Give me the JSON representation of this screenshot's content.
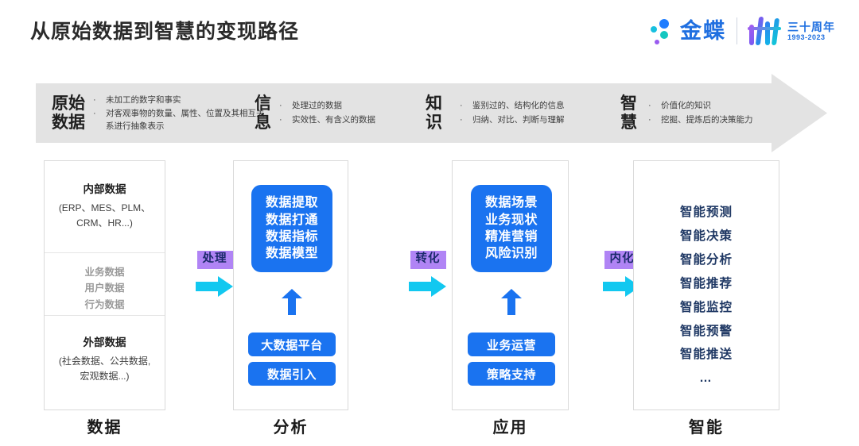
{
  "header": {
    "title": "从原始数据到智慧的变现路径",
    "logo": {
      "word": "金蝶",
      "anniversary_main": "三十周年",
      "anniversary_years": "1993-2023"
    }
  },
  "banner": {
    "items": [
      {
        "term": "原始\n数据",
        "points": [
          "未加工的数字和事实",
          "对客观事物的数量、属性、位置及其相互关系进行抽象表示"
        ]
      },
      {
        "term": "信\n息",
        "points": [
          "处理过的数据",
          "实效性、有含义的数据"
        ]
      },
      {
        "term": "知\n识",
        "points": [
          "鉴别过的、结构化的信息",
          "归纳、对比、判断与理解"
        ]
      },
      {
        "term": "智\n慧",
        "points": [
          "价值化的知识",
          "挖掘、提炼后的决策能力"
        ]
      }
    ],
    "bullet": "·"
  },
  "stages": {
    "data": {
      "label": "数据",
      "internal_title": "内部数据",
      "internal_sub": "(ERP、MES、PLM、\nCRM、HR...)",
      "middle_lines": [
        "业务数据",
        "用户数据",
        "行为数据"
      ],
      "external_title": "外部数据",
      "external_sub": "(社会数据、公共数据,\n宏观数据...)"
    },
    "analyze": {
      "label": "分析",
      "main_lines": [
        "数据提取",
        "数据打通",
        "数据指标",
        "数据模型"
      ],
      "pill_1": "大数据平台",
      "pill_2": "数据引入"
    },
    "apply": {
      "label": "应用",
      "main_lines": [
        "数据场景",
        "业务现状",
        "精准营销",
        "风险识别"
      ],
      "pill_1": "业务运营",
      "pill_2": "策略支持"
    },
    "intelligence": {
      "label": "智能",
      "lines": [
        "智能预测",
        "智能决策",
        "智能分析",
        "智能推荐",
        "智能监控",
        "智能预警",
        "智能推送",
        "…"
      ]
    }
  },
  "connectors": [
    {
      "label": "处理"
    },
    {
      "label": "转化"
    },
    {
      "label": "内化"
    }
  ],
  "colors": {
    "banner_bg": "#e3e3e3",
    "blue": "#1a73f0",
    "cyan_arrow": "#12c8f0",
    "purple_label": "#b084f5",
    "navy_text": "#1f3864",
    "brand_blue": "#1f6fe0"
  }
}
